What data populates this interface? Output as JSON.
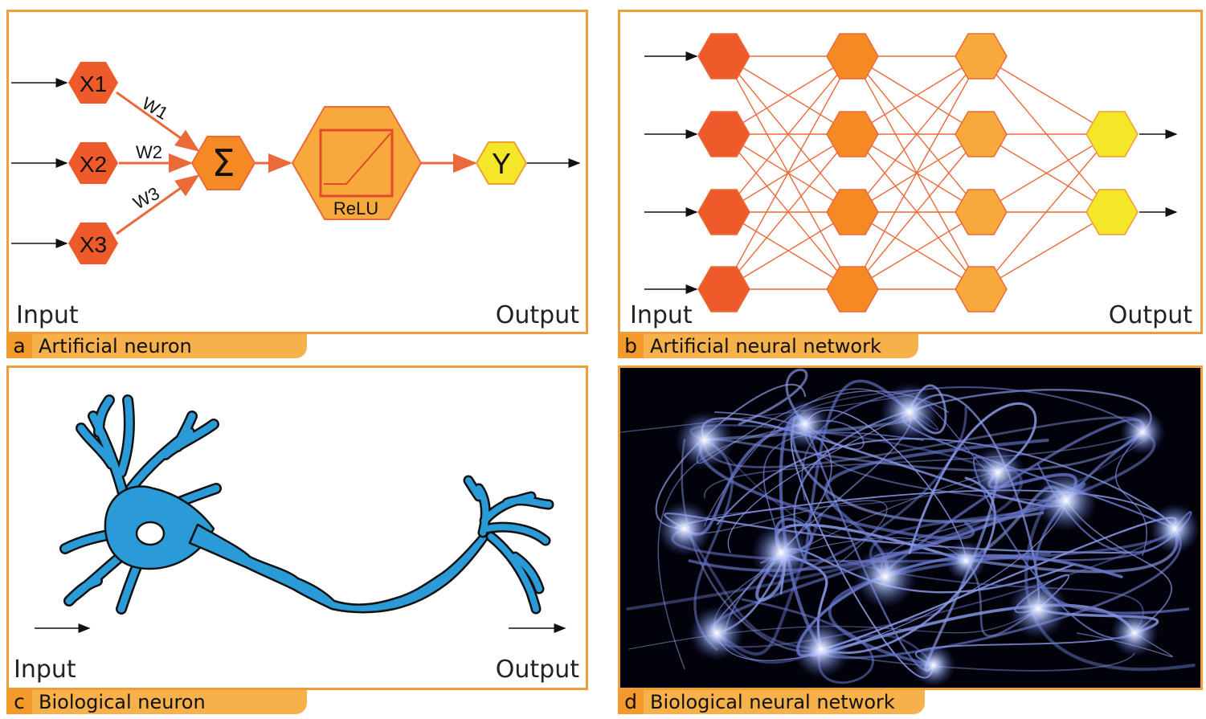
{
  "panels": {
    "a": {
      "letter": "a",
      "caption": "Artificial neuron",
      "inputs": [
        "X1",
        "X2",
        "X3"
      ],
      "weights": [
        "W1",
        "W2",
        "W3"
      ],
      "sum_symbol": "Σ",
      "activation": "ReLU",
      "output": "Y",
      "input_label": "Input",
      "output_label": "Output"
    },
    "b": {
      "letter": "b",
      "caption": "Artificial neural network",
      "input_label": "Input",
      "output_label": "Output"
    },
    "c": {
      "letter": "c",
      "caption": "Biological neuron",
      "input_label": "Input",
      "output_label": "Output"
    },
    "d": {
      "letter": "d",
      "caption": "Biological neural network"
    }
  },
  "network": {
    "layers": [
      4,
      4,
      4,
      2
    ]
  },
  "colors": {
    "border": "#ef9c3a",
    "caption_bg": "#f7b14a",
    "input_node": "#ef5a2a",
    "hidden_node_1": "#f58a25",
    "hidden_node_2": "#f7a93c",
    "output_node": "#f5e62a",
    "edge": "#ea6a3a",
    "neuron": "#2b9bd8"
  }
}
